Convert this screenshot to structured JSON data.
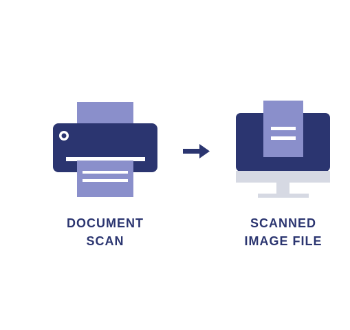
{
  "colors": {
    "navy": "#2b3570",
    "lavender": "#8a8fcb",
    "light_gray": "#d6d9e3",
    "white": "#ffffff"
  },
  "left_item": {
    "icon": "printer-icon",
    "caption_line1": "DOCUMENT",
    "caption_line2": "SCAN"
  },
  "connector": {
    "icon": "arrow-right-icon"
  },
  "right_item": {
    "icon": "monitor-document-icon",
    "caption_line1": "SCANNED",
    "caption_line2": "IMAGE FILE"
  }
}
